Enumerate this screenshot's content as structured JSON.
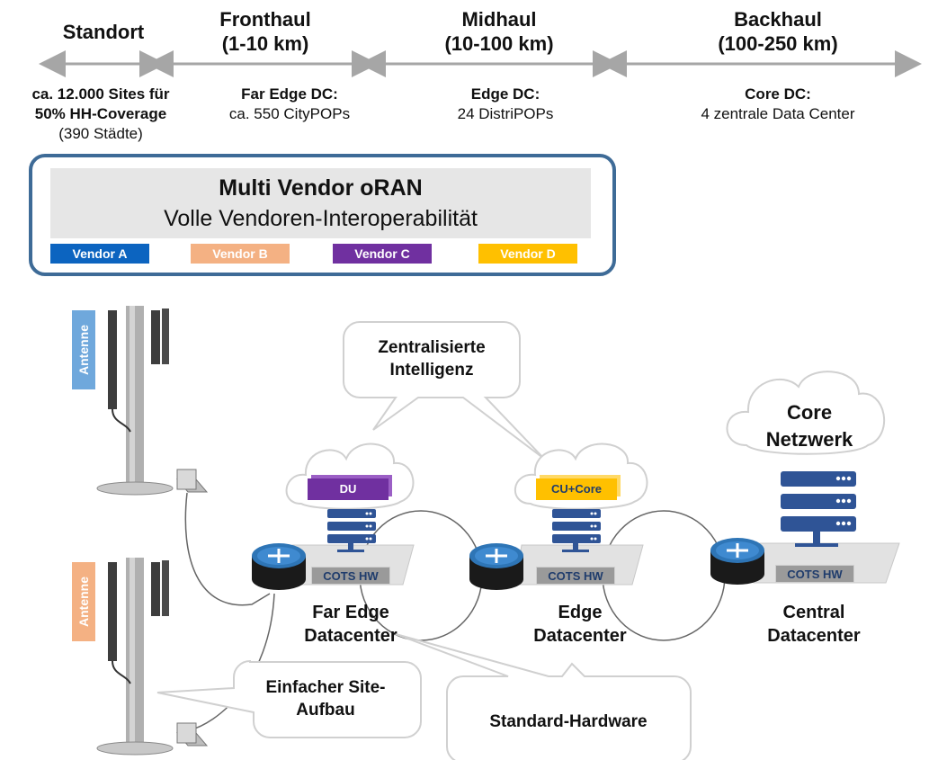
{
  "headers": {
    "standort": "Standort",
    "fronthaul": [
      "Fronthaul",
      "(1-10 km)"
    ],
    "midhaul": [
      "Midhaul",
      "(10-100 km)"
    ],
    "backhaul": [
      "Backhaul",
      "(100-250 km)"
    ]
  },
  "descriptions": {
    "standort": [
      "ca. 12.000 Sites für",
      "50% HH-Coverage",
      "(390 Städte)"
    ],
    "fronthaul": [
      "Far Edge DC:",
      "ca. 550 CityPOPs"
    ],
    "midhaul": [
      "Edge DC:",
      "24 DistriPOPs"
    ],
    "backhaul": [
      "Core DC:",
      "4 zentrale Data Center"
    ]
  },
  "oran": {
    "title": "Multi Vendor oRAN",
    "subtitle": "Volle Vendoren-Interoperabilität",
    "vendors": [
      {
        "label": "Vendor A",
        "color": "#0c64c0"
      },
      {
        "label": "Vendor B",
        "color": "#f4b183"
      },
      {
        "label": "Vendor C",
        "color": "#7030a0"
      },
      {
        "label": "Vendor D",
        "color": "#ffc000"
      }
    ]
  },
  "antennas": [
    {
      "label": "Antenne",
      "color": "#6fa8dc"
    },
    {
      "label": "Antenne",
      "color": "#f4b183"
    }
  ],
  "bubbles": {
    "intelligence": [
      "Zentralisierte",
      "Intelligenz"
    ],
    "site": [
      "Einfacher Site-",
      "Aufbau"
    ],
    "hardware": "Standard-Hardware"
  },
  "clouds": {
    "core": [
      "Core",
      "Netzwerk"
    ]
  },
  "modules": {
    "du": {
      "label": "DU",
      "color": "#7030a0"
    },
    "cucore": {
      "label": "CU+Core",
      "color": "#ffc000"
    }
  },
  "datacenters": [
    {
      "name": [
        "Far Edge",
        "Datacenter"
      ],
      "cots": "COTS HW"
    },
    {
      "name": [
        "Edge",
        "Datacenter"
      ],
      "cots": "COTS HW"
    },
    {
      "name": [
        "Central",
        "Datacenter"
      ],
      "cots": "COTS HW"
    }
  ],
  "colors": {
    "arrow": "#a6a6a6",
    "oran_border": "#3e6b97",
    "server": "#2f5496",
    "router": "#1a1a1a",
    "router_disc": "#2e75b6"
  }
}
